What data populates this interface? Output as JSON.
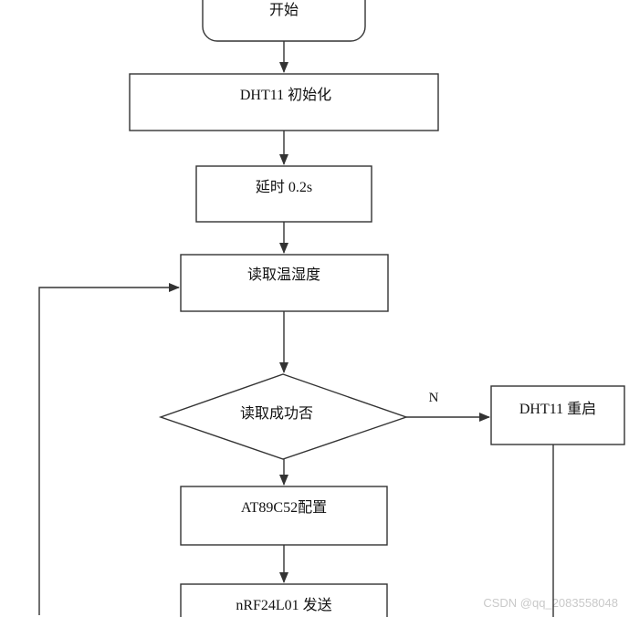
{
  "diagram": {
    "type": "flowchart",
    "nodes": {
      "start": "开始",
      "init": "DHT11 初始化",
      "delay": "延时 0.2s",
      "read": "读取温湿度",
      "decision": "读取成功否",
      "restart": "DHT11 重启",
      "config": "AT89C52配置",
      "send": "nRF24L01 发送"
    },
    "edge_labels": {
      "no": "N"
    },
    "watermark": "CSDN @qq_2083558048",
    "colors": {
      "line": "#333333",
      "text": "#111111",
      "watermark": "#c9c9c9",
      "background": "#ffffff"
    }
  }
}
